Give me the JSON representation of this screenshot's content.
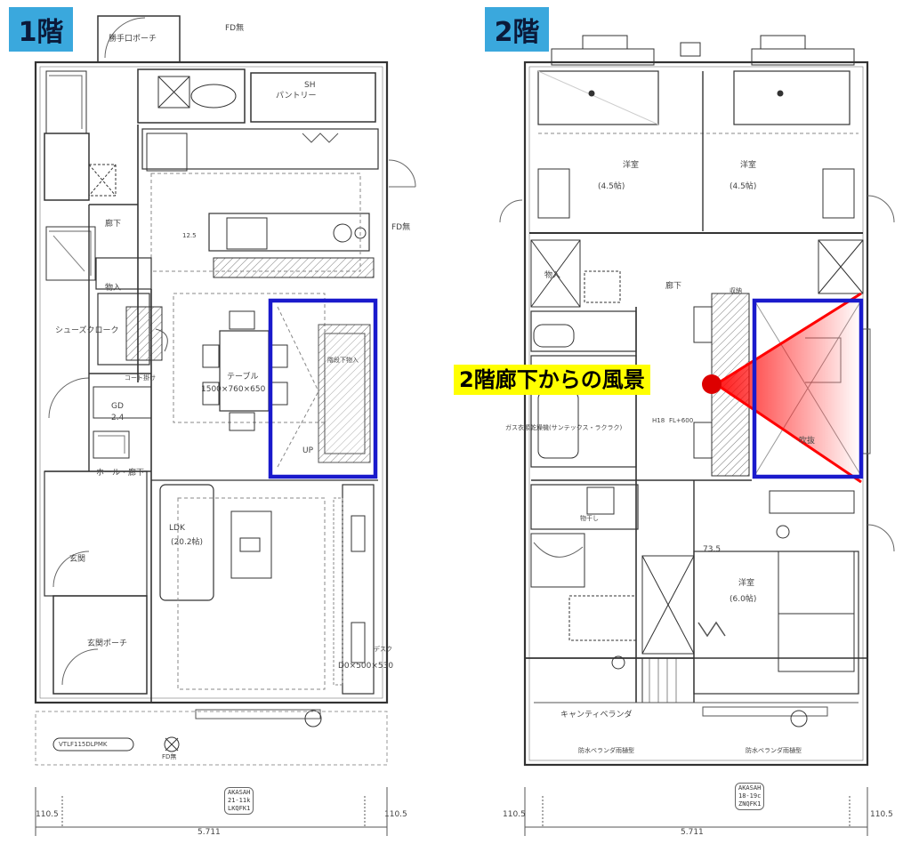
{
  "floors": {
    "first": {
      "tag": "1階"
    },
    "second": {
      "tag": "2階"
    }
  },
  "callout": {
    "text": "2階廊下からの風景"
  },
  "colors": {
    "tag_bg": "#3aa8dd",
    "highlight_box": "#1a1acc",
    "view_cone": "#ff0000",
    "callout_bg": "#ffff00"
  },
  "first_floor_labels": {
    "fd_top": "FD無",
    "porch_back": "勝手口ポーチ",
    "pantry": "パントリー",
    "sh1": "SH",
    "hall_corridor": "廊下",
    "storage1": "物入",
    "shoes_closet": "シューズクローク",
    "coat_hook": "コート掛け",
    "table": "テーブル",
    "table_size": "1500×760×650",
    "stairs_storage": "階段下物入",
    "up": "UP",
    "gd": "GD",
    "gd_val": "2.4",
    "hall": "ホール・廊下",
    "ldk": "LDK",
    "ldk_size": "(20.2帖)",
    "entrance": "玄関",
    "entrance_porch": "玄関ポーチ",
    "fd_right": "FD無",
    "h_val": "12.5",
    "desk": "デスク",
    "desk_size": "D0×500×530",
    "vent": "VTLF115DLPMK",
    "fd_bottom": "FD無",
    "dim_width": "5.711",
    "dim_left": "110.5",
    "dim_right": "110.5",
    "stamp_1f": [
      "AKASAH",
      "21-11k",
      "LKQFK1"
    ]
  },
  "second_floor_labels": {
    "room_a": "洋室",
    "room_a_size": "(4.5帖)",
    "room_b": "洋室",
    "room_b_size": "(4.5帖)",
    "corridor": "廊下",
    "storage": "物入",
    "storage2": "収納",
    "hall_2f": "吹抜",
    "bath_note": "ガス衣類乾燥機(サンテックス・ラクラク)",
    "h18": "H18",
    "fl": "FL+600",
    "laundry": "物干し",
    "room_c": "洋室",
    "room_c_size": "(6.0帖)",
    "veranda": "キャンティベランダ",
    "veranda_note": "防水ベランダ雨樋型",
    "dim_width": "5.711",
    "dim_left": "110.5",
    "dim_right": "110.5",
    "stamp_2f": [
      "AKASAH",
      "18-19c",
      "ZNQFK1"
    ],
    "dim_735": "73.5"
  }
}
